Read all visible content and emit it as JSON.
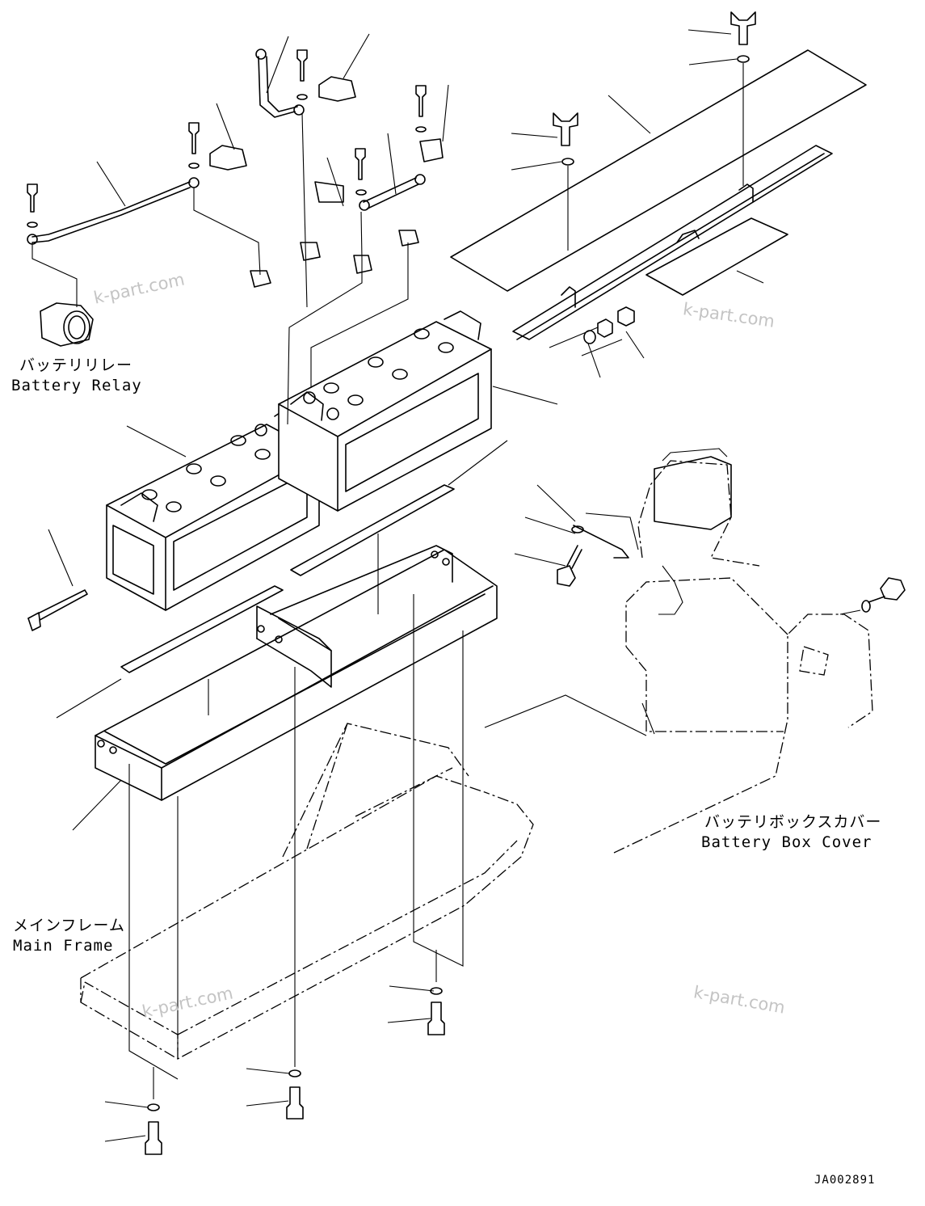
{
  "labels": {
    "battery_relay_jp": "バッテリリレー",
    "battery_relay_en": "Battery Relay",
    "battery_box_cover_jp": "バッテリボックスカバー",
    "battery_box_cover_en": "Battery Box Cover",
    "main_frame_jp": "メインフレーム",
    "main_frame_en": "Main Frame"
  },
  "watermarks": [
    "k-part.com",
    "k-part.com",
    "k-part.com",
    "k-part.com"
  ],
  "drawing_code": "JA002891"
}
